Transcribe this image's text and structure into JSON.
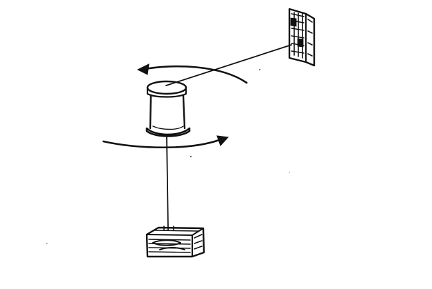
{
  "diagram": {
    "kind": "hand-drawn sketch",
    "ink_color": "#111111",
    "background_color": "#ffffff",
    "elements": [
      "rotating-cylinder",
      "upper-rotation-arrow",
      "lower-rotation-arrow",
      "wall-target-device",
      "floor-base-device",
      "upper-connecting-line",
      "lower-connecting-line"
    ]
  }
}
